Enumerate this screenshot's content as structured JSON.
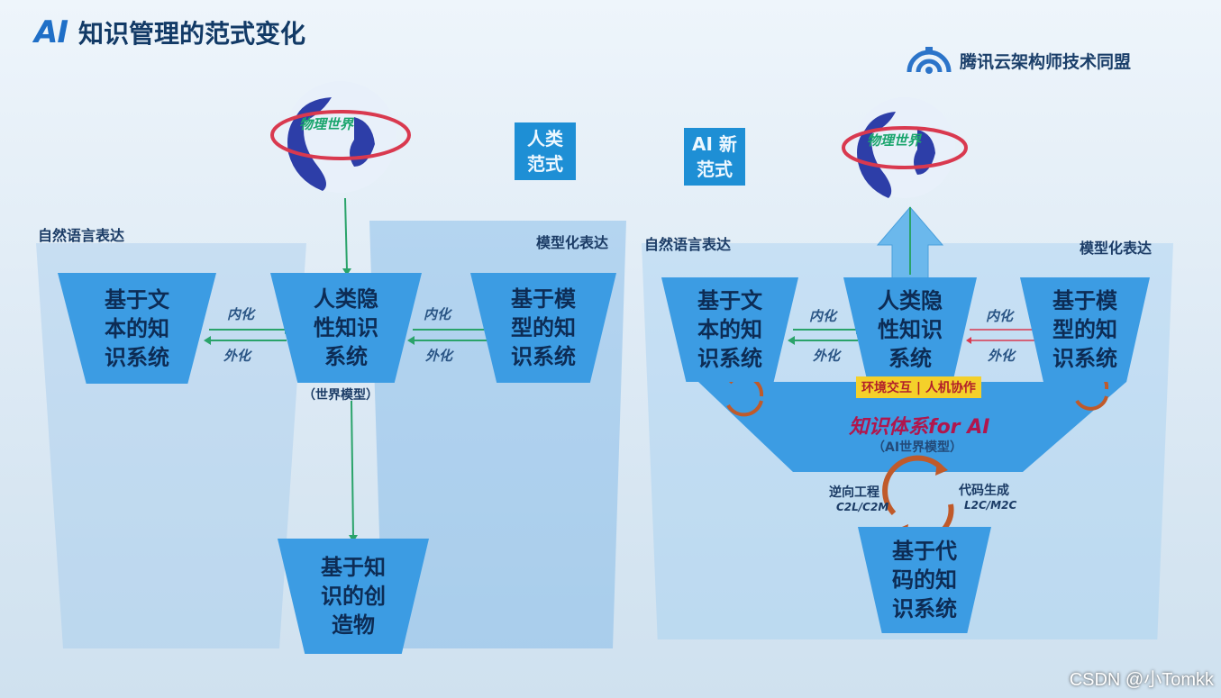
{
  "header": {
    "logo": "AI",
    "title": "知识管理的范式变化",
    "brand": "腾讯云架构师技术同盟"
  },
  "left": {
    "globe_label": "物理世界",
    "tag": [
      "人类",
      "范式"
    ],
    "label_left": "自然语言表达",
    "label_right": "模型化表达",
    "box_text": [
      "基于文",
      "本的知",
      "识系统"
    ],
    "box_center": [
      "人类隐",
      "性知识",
      "系统"
    ],
    "box_model": [
      "基于模",
      "型的知",
      "识系统"
    ],
    "flow_in": "内化",
    "flow_out": "外化",
    "world_model": "（世界模型）",
    "box_artifact": [
      "基于知",
      "识的创",
      "造物"
    ]
  },
  "right": {
    "globe_label": "物理世界",
    "tag": [
      "AI 新",
      "范式"
    ],
    "label_left": "自然语言表达",
    "label_right": "模型化表达",
    "box_text": [
      "基于文",
      "本的知",
      "识系统"
    ],
    "box_center": [
      "人类隐",
      "性知识",
      "系统"
    ],
    "box_model": [
      "基于模",
      "型的知",
      "识系统"
    ],
    "flow_in": "内化",
    "flow_out": "外化",
    "highlight": "环境交互 | 人机协作",
    "ai_title": "知识体系for AI",
    "ai_sub": "（AI世界模型）",
    "reverse_label": "逆向工程",
    "reverse_sub": "C2L/C2M",
    "codegen_label": "代码生成",
    "codegen_sub": "L2C/M2C",
    "box_code": [
      "基于代",
      "码的知",
      "识系统"
    ]
  },
  "watermark": "CSDN @小Tomkk",
  "colors": {
    "box_blue": "#3c9ce3",
    "tag_blue": "#1e8fd5",
    "globe_ring": "#d9394f",
    "arrow_green": "#1aa56d",
    "highlight_yellow": "#f4d02a",
    "ai_title_red": "#b0164d"
  }
}
